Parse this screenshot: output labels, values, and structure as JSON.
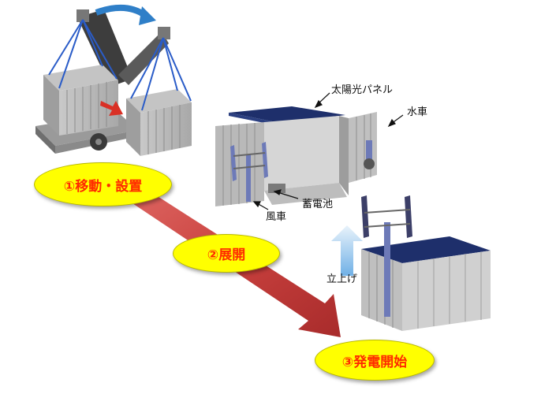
{
  "steps": [
    {
      "label": "①移動・設置"
    },
    {
      "label": "②展開"
    },
    {
      "label": "③発電開始"
    }
  ],
  "callouts": {
    "solar_panel": "太陽光パネル",
    "water_wheel": "水車",
    "battery": "蓄電池",
    "wind_turbine": "風車",
    "raise_label": "立上げ"
  },
  "colors": {
    "ellipse_fill": "#ffff00",
    "step_text": "#ff2a00",
    "process_arrow": "#c0393a",
    "curve_arrow": "#2f7fc8",
    "raise_arrow": "#7bb6e8"
  }
}
